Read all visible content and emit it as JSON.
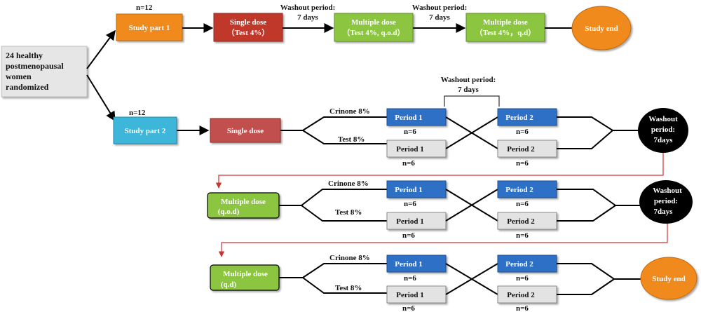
{
  "colors": {
    "orange": "#f18a1b",
    "red": "#c0392b",
    "green": "#8cc63f",
    "cyan": "#3cb6d9",
    "blue": "#2e6fc6",
    "grey": "#e3e3e3",
    "black": "#000000",
    "redline": "#cc3333"
  },
  "start_box": {
    "lines": [
      "24 healthy",
      "postmenopausal",
      "women",
      "randomized"
    ]
  },
  "part1": {
    "n_label": "n=12",
    "label": "Study part  1",
    "single_dose": {
      "line1": "Single dose",
      "line2": "（Test 4%）"
    },
    "washout1": {
      "line1": "Washout period:",
      "line2": "7 days"
    },
    "multi1": {
      "line1": "Multiple dose",
      "line2": "（Test 4%, q.o.d）"
    },
    "washout2": {
      "line1": "Washout period:",
      "line2": "7 days"
    },
    "multi2": {
      "line1": "Multiple dose",
      "line2": "（Test 4%，q.d）"
    },
    "end": "Study end"
  },
  "part2": {
    "n_label": "n=12",
    "label": "Study part 2",
    "washout_top": {
      "line1": "Washout period:",
      "line2": "7 days"
    },
    "rows": [
      {
        "dose": {
          "line1": "Single  dose",
          "line2": ""
        },
        "crinone": "Crinone 8%",
        "test": "Test 8%",
        "p1_top": "Period 1",
        "p1_top_n": "n=6",
        "p1_bot": "Period 1",
        "p1_bot_n": "n=6",
        "p2_top": "Period 2",
        "p2_top_n": "n=6",
        "p2_bot": "Period 2",
        "p2_bot_n": "n=6",
        "end": {
          "line1": "Washout",
          "line2": "period:",
          "line3": "7days"
        }
      },
      {
        "dose": {
          "line1": "Multiple dose",
          "line2": "(q.o.d)"
        },
        "crinone": "Crinone 8%",
        "test": "Test 8%",
        "p1_top": "Period 1",
        "p1_top_n": "n=6",
        "p1_bot": "Period 1",
        "p1_bot_n": "n=6",
        "p2_top": "Period 2",
        "p2_top_n": "n=6",
        "p2_bot": "Period 2",
        "p2_bot_n": "n=6",
        "end": {
          "line1": "Washout",
          "line2": "period:",
          "line3": "7days"
        }
      },
      {
        "dose": {
          "line1": "Multiple dose",
          "line2": "(q.d)"
        },
        "crinone": "Crinone 8%",
        "test": "Test 8%",
        "p1_top": "Period 1",
        "p1_top_n": "n=6",
        "p1_bot": "Period 1",
        "p1_bot_n": "n=6",
        "p2_top": "Period 2",
        "p2_top_n": "n=6",
        "p2_bot": "Period 2",
        "p2_bot_n": "n=6",
        "end": {
          "line1": "Study end",
          "line2": "",
          "line3": ""
        }
      }
    ]
  }
}
